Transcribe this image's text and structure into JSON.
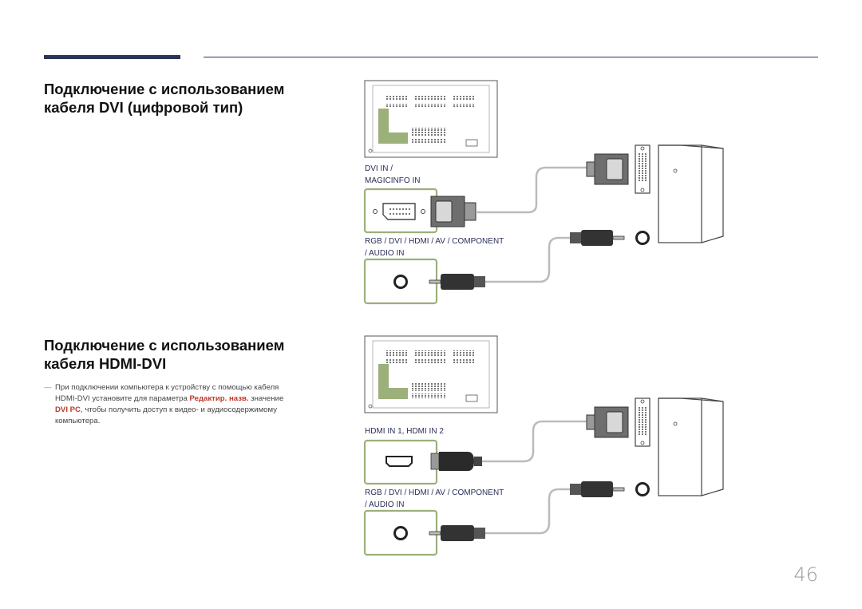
{
  "section1": {
    "title_line1": "Подключение с использованием",
    "title_line2": "кабеля DVI (цифровой тип)",
    "port_label_line1": "DVI IN /",
    "port_label_line2": "MAGICINFO IN",
    "audio_label_line1": "RGB / DVI / HDMI / AV / COMPONENT",
    "audio_label_line2": "/ AUDIO IN"
  },
  "section2": {
    "title_line1": "Подключение с использованием",
    "title_line2": "кабеля HDMI-DVI",
    "note": {
      "dash": "―",
      "text1": "При подключении компьютера к устройству с помощью кабеля",
      "text2a": "HDMI-DVI установите для параметра ",
      "text2_em": "Редактир. назв.",
      "text2b": " значение",
      "text3_em": "DVI PC",
      "text3b": ", чтобы получить доступ к видео- и аудиосодержимому",
      "text4": "компьютера."
    },
    "port_label": "HDMI IN 1, HDMI IN 2",
    "audio_label_line1": "RGB / DVI / HDMI / AV / COMPONENT",
    "audio_label_line2": "/ AUDIO IN"
  },
  "page_number": "46",
  "colors": {
    "accent_bar": "#2c3354",
    "port_highlight": "#9cb07a",
    "label_text": "#2a2f58",
    "note_emphasis": "#c0392b"
  }
}
